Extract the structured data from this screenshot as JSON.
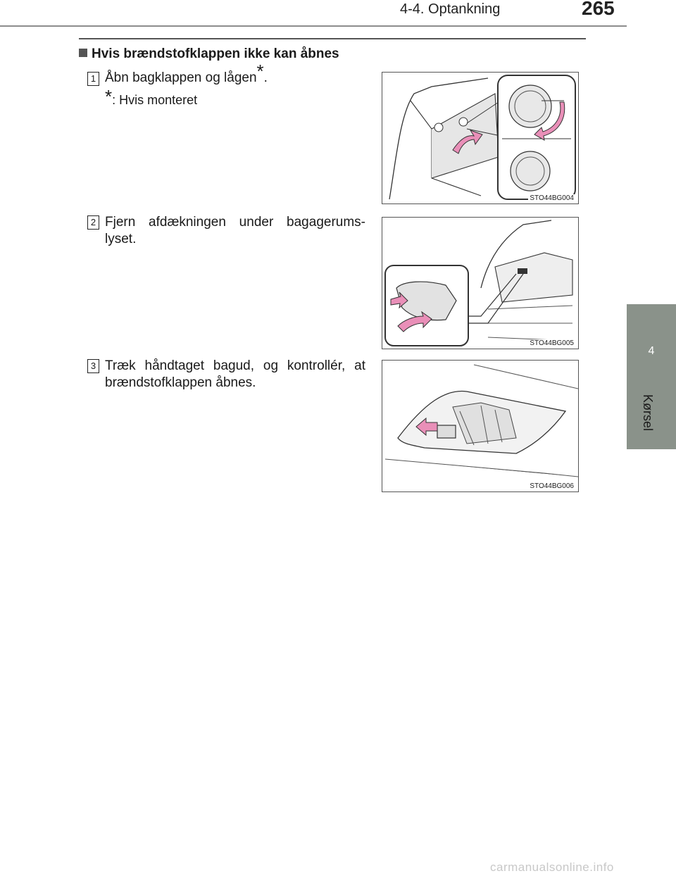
{
  "header": {
    "section": "4-4. Optankning",
    "page_number": "265"
  },
  "side_tab": {
    "number": "4",
    "label": "Kørsel"
  },
  "heading": "Hvis brændstofklappen ikke kan åbnes",
  "steps": [
    {
      "number": "1",
      "text": "Åbn bagklappen og lågen",
      "asterisk": "*",
      "end": ".",
      "note_marker": "*",
      "note": ": Hvis monteret",
      "figure_code": "STO44BG004"
    },
    {
      "number": "2",
      "text": "Fjern afdækningen under bagagerums-",
      "text_line2": "lyset.",
      "figure_code": "STO44BG005"
    },
    {
      "number": "3",
      "text": "Træk håndtaget bagud, og kontrollér, at",
      "text_line2": "brændstofklappen åbnes.",
      "figure_code": "STO44BG006"
    }
  ],
  "watermark": "carmanualsonline.info",
  "colors": {
    "accent_pink": "#e98fb8",
    "tab_gray": "#8a928a"
  }
}
